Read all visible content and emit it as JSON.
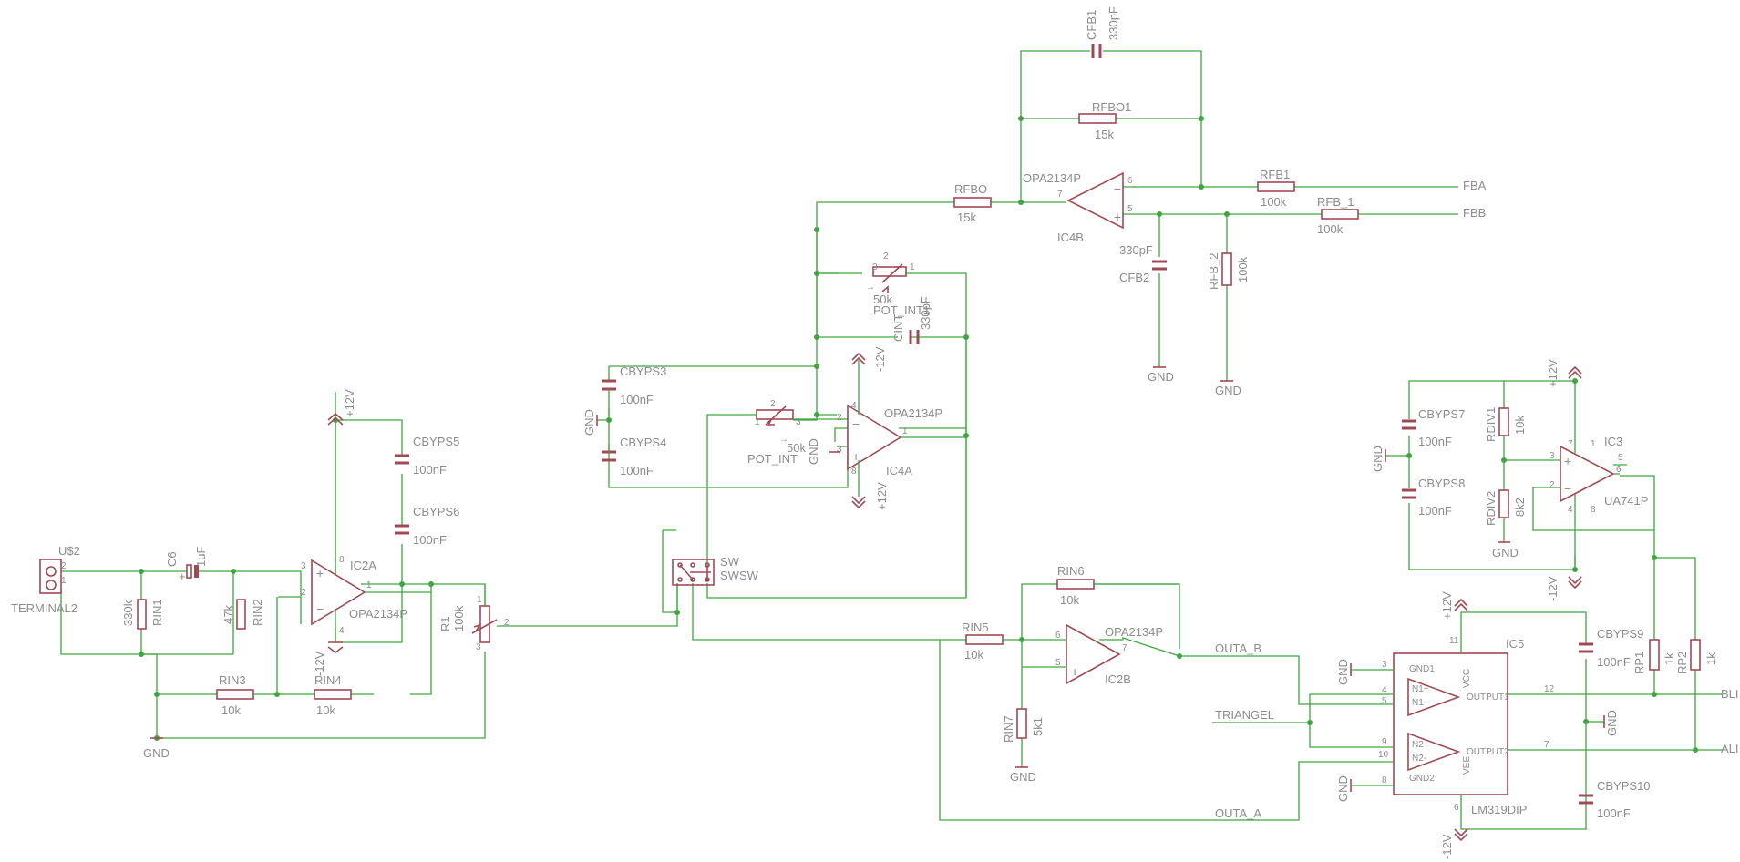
{
  "labels": {
    "us2": "U$2",
    "terminal2": "TERMINAL2",
    "t2": "2",
    "t1": "1",
    "c6": "C6",
    "c6v": "1uF",
    "rin1": "RIN1",
    "rin1v": "330k",
    "rin2": "RIN2",
    "rin2v": "47k",
    "ic2a": "IC2A",
    "ic2ap": "OPA2134P",
    "ic2a_p3": "3",
    "ic2a_p2": "2",
    "ic2a_p1": "1",
    "ic2a_p8": "8",
    "ic2a_p4": "4",
    "p12_ic2": "+12V",
    "m12_ic2": "-12V",
    "cbyps5": "CBYPS5",
    "cbyps5v": "100nF",
    "cbyps6": "CBYPS6",
    "cbyps6v": "100nF",
    "rin3": "RIN3",
    "rin3v": "10k",
    "rin4": "RIN4",
    "rin4v": "10k",
    "r1": "R1",
    "r1v": "100k",
    "r1_p1": "1",
    "r1_p2": "2",
    "r1_p3": "3",
    "gnd1": "GND",
    "sw": "SW",
    "swsw": "SWSW",
    "cbyps3": "CBYPS3",
    "cbyps3v": "100nF",
    "cbyps4": "CBYPS4",
    "cbyps4v": "100nF",
    "gnd_cb34": "GND",
    "potint": "POT_INT",
    "potintv": "50k",
    "pi_p1": "1",
    "pi_p2": "2",
    "pi_p3": "3",
    "ic4a": "IC4A",
    "ic4ap": "OPA2134P",
    "ic4a_p2": "2",
    "ic4a_p3": "3",
    "ic4a_p1": "1",
    "ic4a_p4": "4",
    "ic4a_p8": "8",
    "m12_ic4": "-12V",
    "p12_ic4": "+12V",
    "gnd_ic4": "GND",
    "potint1": "POT_INT1",
    "potint1v": "50k",
    "pi1_p1": "1",
    "pi1_p2": "2",
    "pi1_p3": "3",
    "cint": "CINT",
    "cintv": "330pF",
    "rfbo": "RFBO",
    "rfbov": "15k",
    "rfbo1": "RFBO1",
    "rfbo1v": "15k",
    "cfb1": "CFB1",
    "cfb1v": "330pF",
    "ic4b": "IC4B",
    "ic4bp": "OPA2134P",
    "ic4b_p7": "7",
    "ic4b_p6": "6",
    "ic4b_p5": "5",
    "cfb2": "CFB2",
    "cfb2v": "330pF",
    "gnd_cfb2": "GND",
    "rfb1": "RFB1",
    "rfb1v": "100k",
    "rfb_1": "RFB_1",
    "rfb_1v": "100k",
    "rfb_2": "RFB_2",
    "rfb_2v": "100k",
    "gnd_rfb2": "GND",
    "fba": "FBA",
    "fbb": "FBB",
    "rin5": "RIN5",
    "rin5v": "10k",
    "rin6": "RIN6",
    "rin6v": "10k",
    "ic2b": "IC2B",
    "ic2bp": "OPA2134P",
    "ic2b_p6": "6",
    "ic2b_p5": "5",
    "ic2b_p7": "7",
    "rin7": "RIN7",
    "rin7v": "5k1",
    "gnd_rin7": "GND",
    "outa_b": "OUTA_B",
    "triangel": "TRIANGEL",
    "outa_a": "OUTA_A",
    "ic5": "IC5",
    "ic5p": "LM319DIP",
    "ic5_gnd1": "GND1",
    "ic5_gnd2": "GND2",
    "ic5_vcc": "VCC",
    "ic5_vee": "VEE",
    "ic5_n1p": "N1+",
    "ic5_n1m": "N1-",
    "ic5_n2p": "N2+",
    "ic5_n2m": "N2-",
    "ic5_out1": "OUTPUT1",
    "ic5_out2": "OUTPUT2",
    "ic5_p3": "3",
    "ic5_p4": "4",
    "ic5_p5": "5",
    "ic5_p9": "9",
    "ic5_p10": "10",
    "ic5_p8": "8",
    "ic5_p11": "11",
    "ic5_p6": "6",
    "ic5_p12": "12",
    "ic5_p7": "7",
    "gnd_ic5a": "GND",
    "gnd_ic5b": "GND",
    "gnd_ic5c": "GND",
    "p12_ic5": "+12V",
    "m12_ic5": "-12V",
    "cbyps9": "CBYPS9",
    "cbyps9v": "100nF",
    "cbyps10": "CBYPS10",
    "cbyps10v": "100nF",
    "cbyps7": "CBYPS7",
    "cbyps7v": "100nF",
    "cbyps8": "CBYPS8",
    "cbyps8v": "100nF",
    "gnd_cb78": "GND",
    "rdiv1": "RDIV1",
    "rdiv1v": "10k",
    "rdiv2": "RDIV2",
    "rdiv2v": "8k2",
    "gnd_rdiv": "GND",
    "ic3": "IC3",
    "ic3p": "UA741P",
    "ic3_p3": "3",
    "ic3_p2": "2",
    "ic3_p6": "6",
    "ic3_p7": "7",
    "ic3_p4": "4",
    "ic3_p5": "5",
    "ic3_p1": "1",
    "ic3_p8": "8",
    "p12_ic3": "+12V",
    "m12_ic3": "-12V",
    "rp1": "RP1",
    "rp1v": "1k",
    "rp2": "RP2",
    "rp2v": "1k",
    "bli": "BLI",
    "ali": "ALI"
  },
  "colors": {
    "wire": "#3fa63f",
    "part": "#a04a55",
    "text": "#8c8c8c",
    "background": "#ffffff"
  }
}
